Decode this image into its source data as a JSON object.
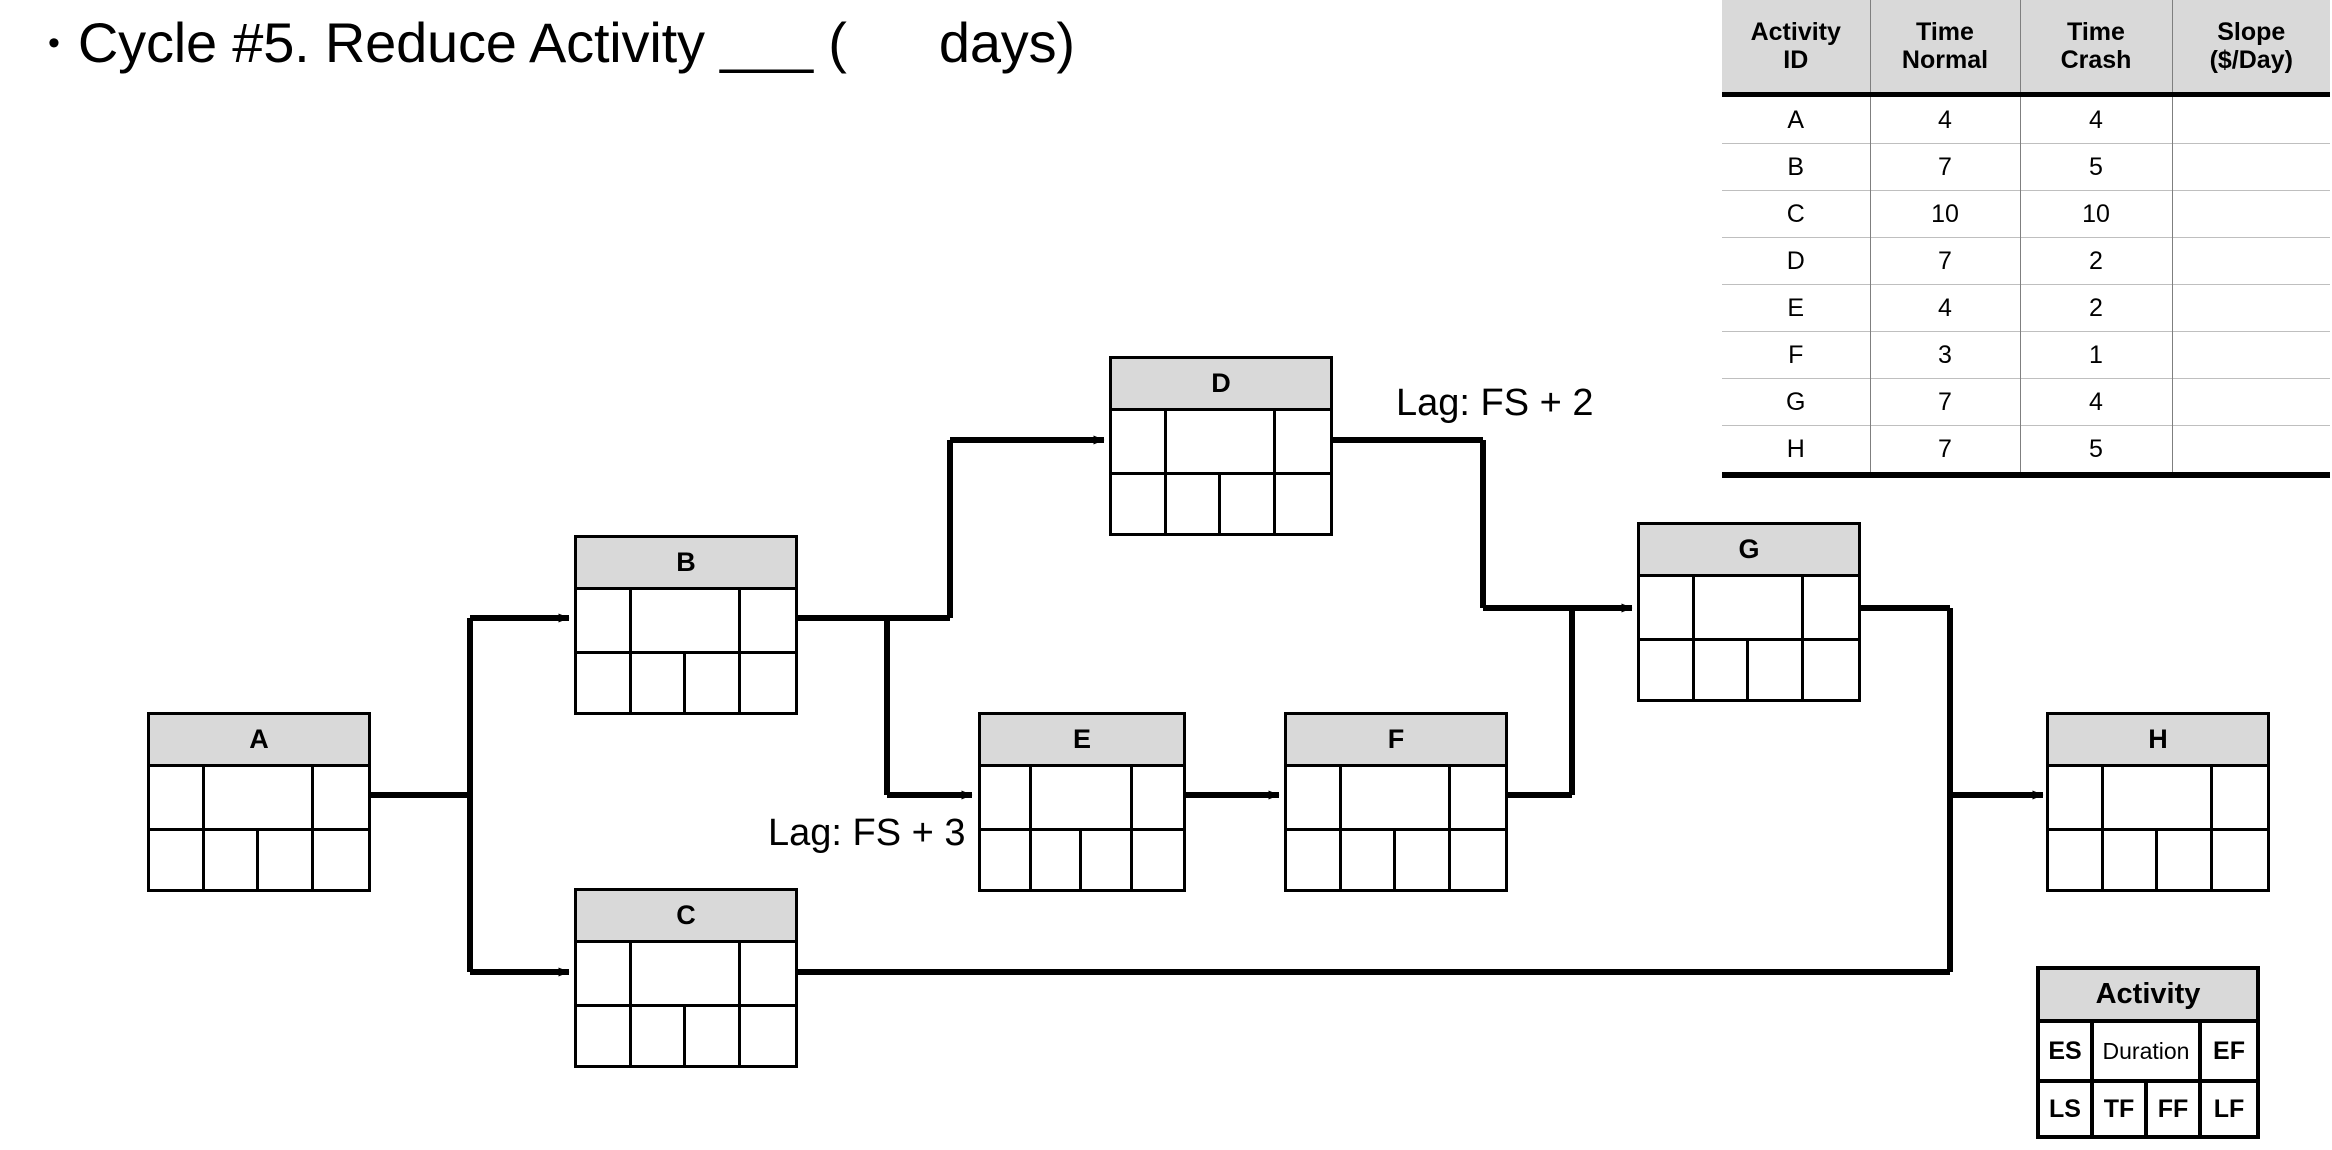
{
  "slide": {
    "bullet_glyph": "•",
    "title": "Cycle #5. Reduce Activity ___ (      days)"
  },
  "crash_table": {
    "headers": [
      "Activity\nID",
      "Time\nNormal",
      "Time\nCrash",
      "Slope\n($/Day)"
    ],
    "headers_flat": [
      "Activity ID",
      "Time Normal",
      "Time Crash",
      "Slope ($/Day)"
    ],
    "rows": [
      {
        "id": "A",
        "time_normal": "4",
        "time_crash": "4",
        "slope": ""
      },
      {
        "id": "B",
        "time_normal": "7",
        "time_crash": "5",
        "slope": ""
      },
      {
        "id": "C",
        "time_normal": "10",
        "time_crash": "10",
        "slope": ""
      },
      {
        "id": "D",
        "time_normal": "7",
        "time_crash": "2",
        "slope": ""
      },
      {
        "id": "E",
        "time_normal": "4",
        "time_crash": "2",
        "slope": ""
      },
      {
        "id": "F",
        "time_normal": "3",
        "time_crash": "1",
        "slope": ""
      },
      {
        "id": "G",
        "time_normal": "7",
        "time_crash": "4",
        "slope": ""
      },
      {
        "id": "H",
        "time_normal": "7",
        "time_crash": "5",
        "slope": ""
      }
    ]
  },
  "diagram": {
    "nodes": [
      {
        "key": "A",
        "label": "A",
        "es": "",
        "duration": "",
        "ef": "",
        "ls": "",
        "tf": "",
        "ff": "",
        "lf": ""
      },
      {
        "key": "B",
        "label": "B",
        "es": "",
        "duration": "",
        "ef": "",
        "ls": "",
        "tf": "",
        "ff": "",
        "lf": ""
      },
      {
        "key": "C",
        "label": "C",
        "es": "",
        "duration": "",
        "ef": "",
        "ls": "",
        "tf": "",
        "ff": "",
        "lf": ""
      },
      {
        "key": "D",
        "label": "D",
        "es": "",
        "duration": "",
        "ef": "",
        "ls": "",
        "tf": "",
        "ff": "",
        "lf": ""
      },
      {
        "key": "E",
        "label": "E",
        "es": "",
        "duration": "",
        "ef": "",
        "ls": "",
        "tf": "",
        "ff": "",
        "lf": ""
      },
      {
        "key": "F",
        "label": "F",
        "es": "",
        "duration": "",
        "ef": "",
        "ls": "",
        "tf": "",
        "ff": "",
        "lf": ""
      },
      {
        "key": "G",
        "label": "G",
        "es": "",
        "duration": "",
        "ef": "",
        "ls": "",
        "tf": "",
        "ff": "",
        "lf": ""
      },
      {
        "key": "H",
        "label": "H",
        "es": "",
        "duration": "",
        "ef": "",
        "ls": "",
        "tf": "",
        "ff": "",
        "lf": ""
      }
    ],
    "lag_labels": [
      {
        "key": "d_to_g",
        "text": "Lag: FS + 2"
      },
      {
        "key": "b_to_e",
        "text": "Lag: FS + 3"
      }
    ]
  },
  "legend": {
    "title": "Activity",
    "top_row": [
      "ES",
      "Duration",
      "EF"
    ],
    "bottom_row": [
      "LS",
      "TF",
      "FF",
      "LF"
    ]
  },
  "colors": {
    "node_header_fill": "#D9D9D9",
    "line": "#000000",
    "background": "#FFFFFF",
    "table_rule": "#BFBFBF"
  }
}
